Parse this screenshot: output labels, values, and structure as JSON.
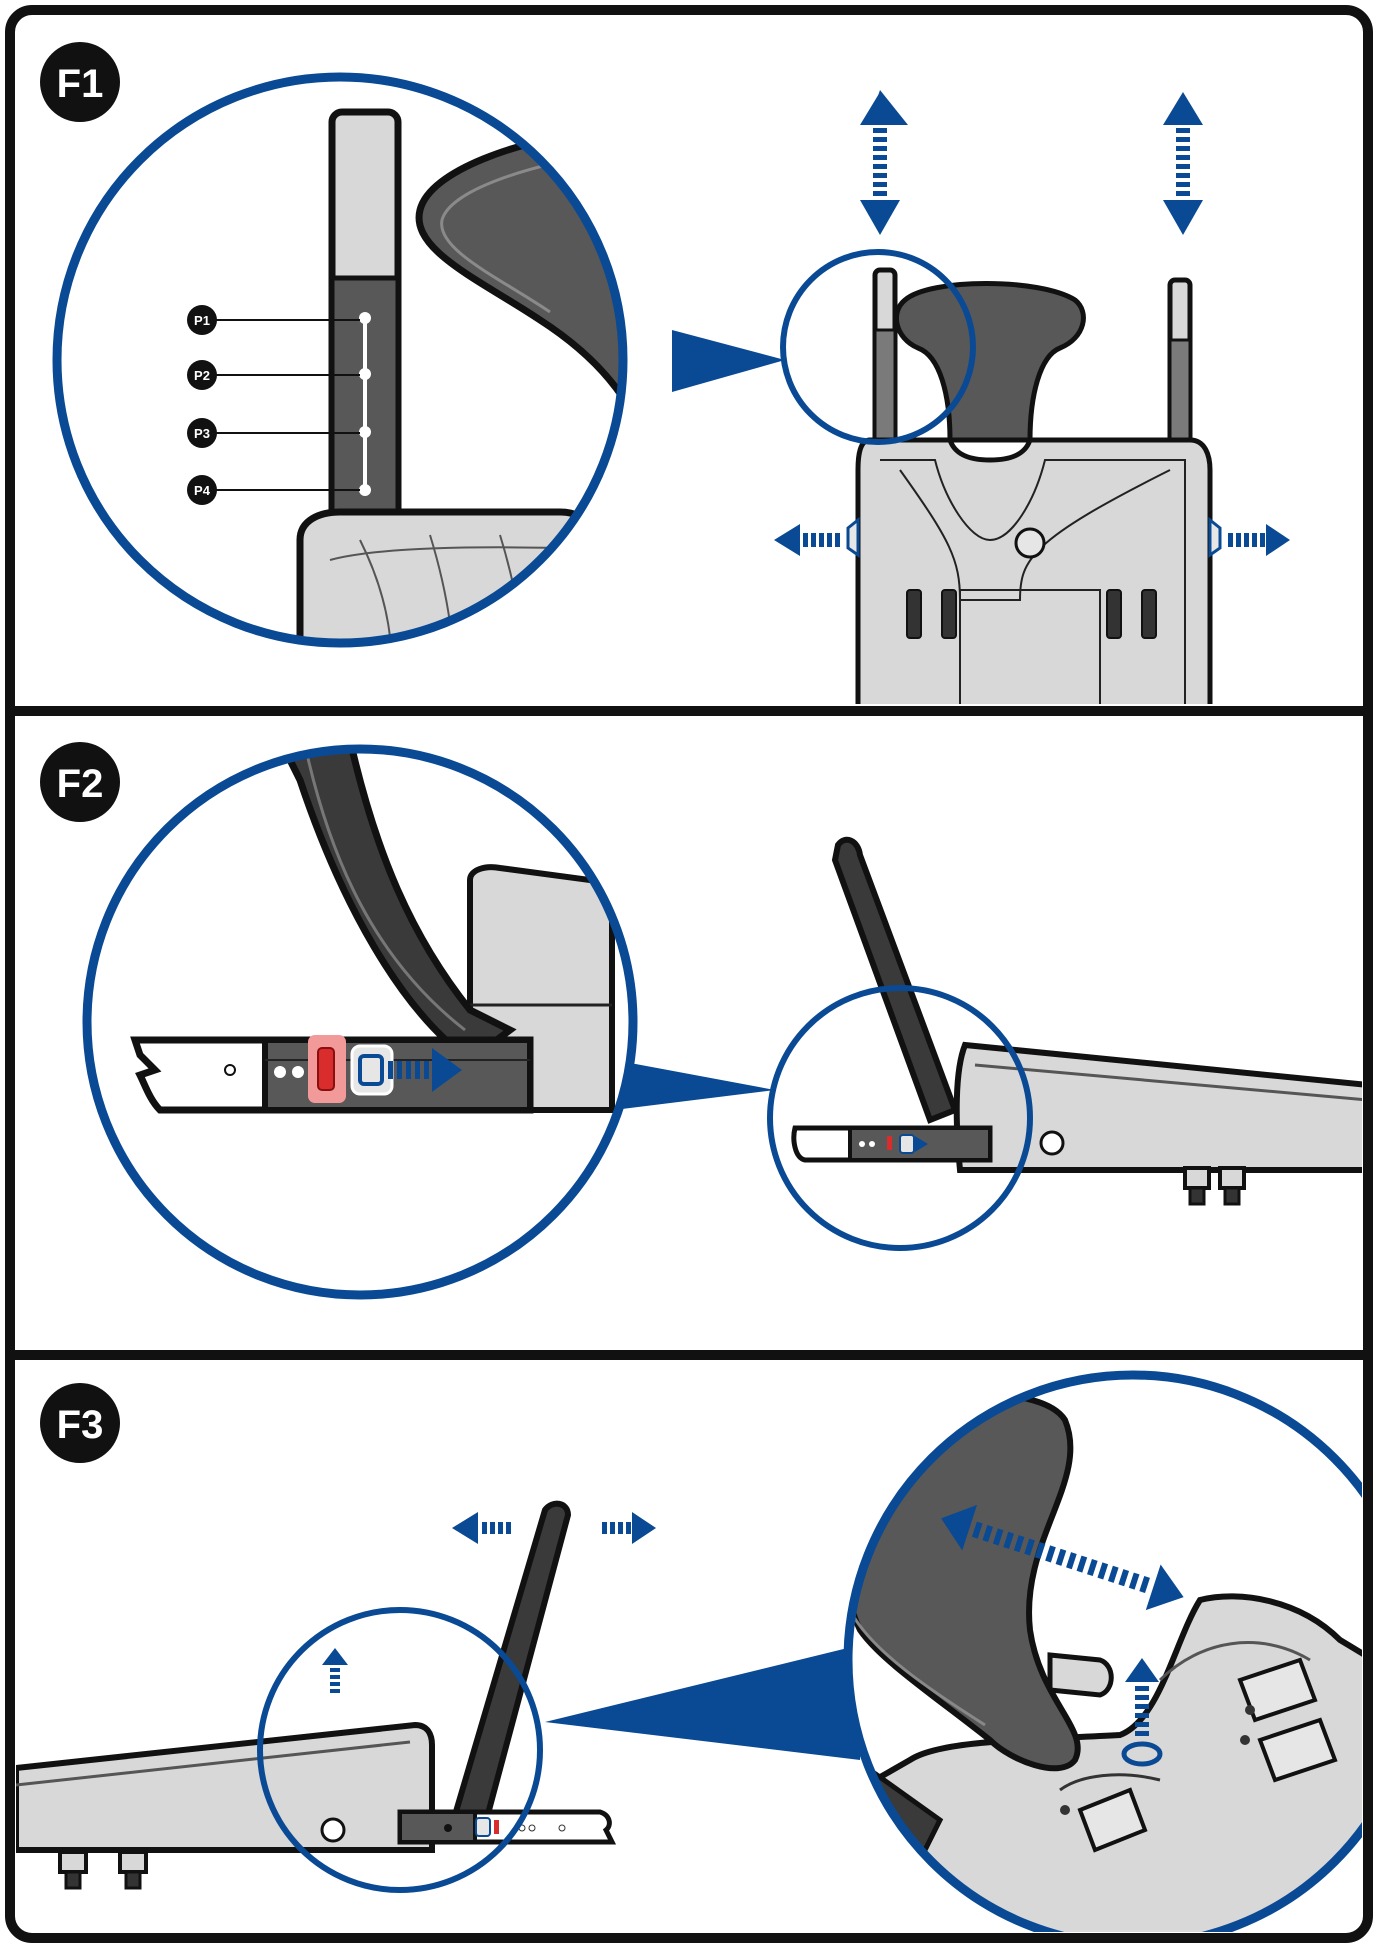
{
  "panels": {
    "f1": {
      "label": "F1",
      "positions": [
        "P1",
        "P2",
        "P3",
        "P4"
      ]
    },
    "f2": {
      "label": "F2"
    },
    "f3": {
      "label": "F3"
    }
  },
  "colors": {
    "frame": "#111111",
    "accent_blue": "#0a4a94",
    "mid_gray": "#d8d8d8",
    "light_gray": "#e6e6e6",
    "dark_gray": "#585858",
    "black": "#1a1a1a",
    "red": "#d92c2c",
    "red_glow": "#f29a9a"
  },
  "icons": {
    "vertical_arrow": "double-headed-vertical-arrow-icon",
    "horizontal_arrow": "dashed-horizontal-arrow-icon",
    "up_arrow": "dashed-up-arrow-icon",
    "diagonal_arrow": "double-headed-diagonal-arrow-icon"
  }
}
